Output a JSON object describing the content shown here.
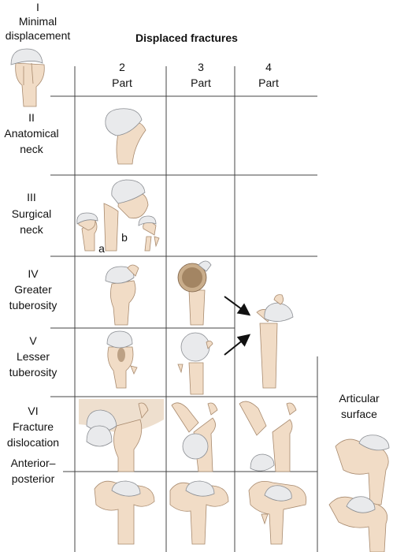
{
  "header": {
    "title": "Displaced fractures"
  },
  "columns": [
    {
      "number": "2",
      "label": "Part"
    },
    {
      "number": "3",
      "label": "Part"
    },
    {
      "number": "4",
      "label": "Part"
    }
  ],
  "groups": {
    "g1": {
      "numeral": "I",
      "line1": "Minimal",
      "line2": "displacement"
    },
    "g2": {
      "numeral": "II",
      "line1": "Anatomical",
      "line2": "neck"
    },
    "g3": {
      "numeral": "III",
      "line1": "Surgical",
      "line2": "neck",
      "sub_a": "a",
      "sub_b": "b"
    },
    "g4": {
      "numeral": "IV",
      "line1": "Greater",
      "line2": "tuberosity"
    },
    "g5": {
      "numeral": "V",
      "line1": "Lesser",
      "line2": "tuberosity"
    },
    "g6": {
      "numeral": "VI",
      "line1": "Fracture",
      "line2": "dislocation",
      "line3": "Anterior–",
      "line4": "posterior"
    }
  },
  "articular": {
    "line1": "Articular",
    "line2": "surface"
  }
}
